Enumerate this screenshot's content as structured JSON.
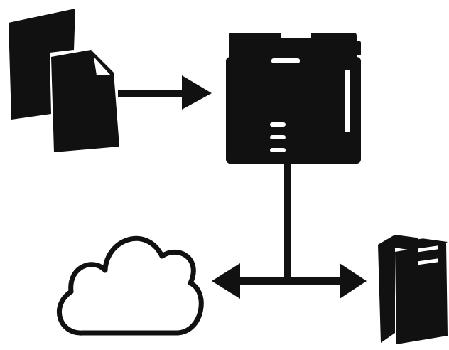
{
  "diagram": {
    "nodes": [
      {
        "id": "documents",
        "icon": "documents-icon"
      },
      {
        "id": "mfp",
        "icon": "multifunction-printer-icon"
      },
      {
        "id": "cloud",
        "icon": "cloud-icon"
      },
      {
        "id": "server",
        "icon": "server-rack-icon"
      }
    ],
    "edges": [
      {
        "from": "documents",
        "to": "mfp",
        "style": "arrow"
      },
      {
        "from": "mfp",
        "to": "junction",
        "style": "line"
      },
      {
        "from": "junction",
        "to": "cloud",
        "style": "arrow"
      },
      {
        "from": "junction",
        "to": "server",
        "style": "arrow"
      }
    ]
  },
  "colors": {
    "ink": "#111111",
    "paper": "#ffffff"
  }
}
